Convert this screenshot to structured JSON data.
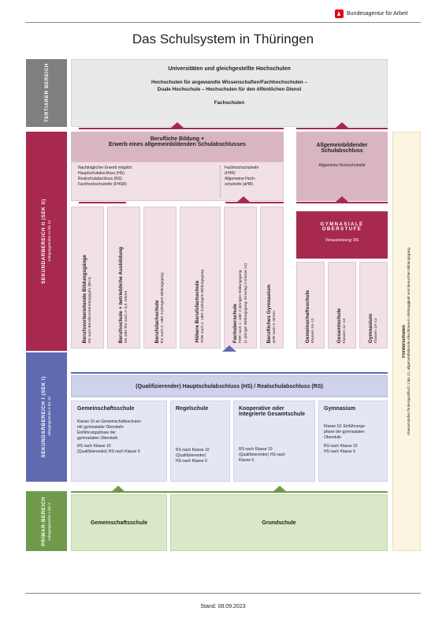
{
  "header": {
    "brand": "Bundesagentur für Arbeit"
  },
  "title": "Das Schulsystem in Thüringen",
  "side_labels": {
    "tertiaer": "TERTIÄRER BEREICH",
    "sek2": "SEKUNDARBEREICH II (SEK II)",
    "sek2_sub": "Jahrgangsstufen 11 bis 13",
    "sek1": "SEKUNDARBEREICH I (SEK I)",
    "sek1_sub": "Jahrgangsstufen 5 bis 10",
    "prim": "PRIMAR-BEREICH",
    "prim_sub": "Jahrgangsstufen 1 bis 4"
  },
  "tertiary": {
    "line1": "Universitäten und gleichgestellte Hochschulen",
    "line2": "Hochschulen für angewandte Wissenschaften/Fachhochschulen –",
    "line3": "Duale Hochschule – Hochschulen für den öffentlichen Dienst",
    "line4": "Fachschulen"
  },
  "berufliche": {
    "title1": "Berufliche Bildung +",
    "title2": "Erwerb eines allgemeinbildenden Schulabschlusses",
    "left_head": "Nachträglicher Erwerb möglich:",
    "left_1": "Hauptschulabschluss (HS)",
    "left_2": "Realschulabschluss (RS)",
    "left_3": "Fachhochschulreife (FHSR)",
    "right_1": "Fachhochschulreife",
    "right_2": "(FHR)",
    "right_3": "Allgemeine Hoch-",
    "right_4": "schulreife (aHR)"
  },
  "allgemein": {
    "title1": "Allgemeinbildender",
    "title2": "Schulabschluss",
    "sub": "Allgemeine Hochschulreife"
  },
  "columns": [
    {
      "name": "Berufsvorbereitende Bildungsgänge",
      "sub": "HS nach Berufsvorbereitungsjahr (BVJ)"
    },
    {
      "name": "Berufsschule + betriebliche Ausbildung",
      "sub": "HS oder RS nach 2–3,5 Jahren"
    },
    {
      "name": "Berufsfachschule",
      "sub": "RS nach 2- oder 3-jährigem Bildungsgang"
    },
    {
      "name": "Höhere Berufsfachschule",
      "sub": "FHR nach 2- oder 3-jährigem Bildungsgang"
    },
    {
      "name": "Fachoberschule",
      "sub": "FHR nach 1- oder 2-jährigem Bildungsgang",
      "sub2": "(1-jähriger Bildungsgang: Einstieg in Klasse 12)"
    },
    {
      "name": "Berufliches Gymnasium",
      "sub": "aHR nach 3 Jahren"
    }
  ],
  "oberstufe": {
    "title1": "GYMNASIALE",
    "title2": "OBERSTUFE",
    "sub": "Voraussetzung: RS"
  },
  "gym_columns": [
    {
      "name": "Gemeinschaftsschule",
      "sub": "Klassen 10–12"
    },
    {
      "name": "Gesamtschule",
      "sub": "Klassen 11–13"
    },
    {
      "name": "Gymnasium",
      "sub": "Klassen 10–12"
    }
  ],
  "hs_bar": "(Qualifizierender) Hauptschulabschluss (HS) / Realschulabschluss (RS)",
  "sek1_boxes": [
    {
      "title": "Gemeinschaftsschule",
      "text1": "Klasse 10 an Gemeinschaftsschulen",
      "text2": "mit gymnasialer Oberstufe:",
      "text3": "Einführungsphase der",
      "text4": "gymnasialen Oberstufe",
      "text5": "RS nach Klasse 10",
      "text6": "(Qualifizierender) HS nach Klasse 9"
    },
    {
      "title": "Regelschule",
      "text1": "RS nach Klasse 10",
      "text2": "(Qualifizierender)",
      "text3": "HS nach Klasse 9"
    },
    {
      "title": "Kooperative oder Integrierte Gesamtschule",
      "text1": "RS nach Klasse 10",
      "text2": "(Qualifizierender) HS nach",
      "text3": "Klasse 9"
    },
    {
      "title": "Gymnasium",
      "text1": "Klasse 10: Einführungs-",
      "text2": "phase der gymnasialen",
      "text3": "Oberstufe",
      "text4": "RS nach Klasse 10",
      "text5": "HS nach Klasse 9"
    }
  ],
  "primary": {
    "left": "Gemeinschaftsschule",
    "right": "Grundschule"
  },
  "foerder": {
    "title": "Förderschulen",
    "sub": "Klassenstufen förderspezifisch 1 bis 12, allgemeinbildende Abschlüsse in Abhängigkeit vom besuchten Bildungsgang"
  },
  "footer": "Stand: 08.09.2023",
  "colors": {
    "tertiary": "#7f7f7f",
    "sek2": "#a8294e",
    "sek1": "#5f6ab0",
    "primary": "#6f9a4c"
  }
}
